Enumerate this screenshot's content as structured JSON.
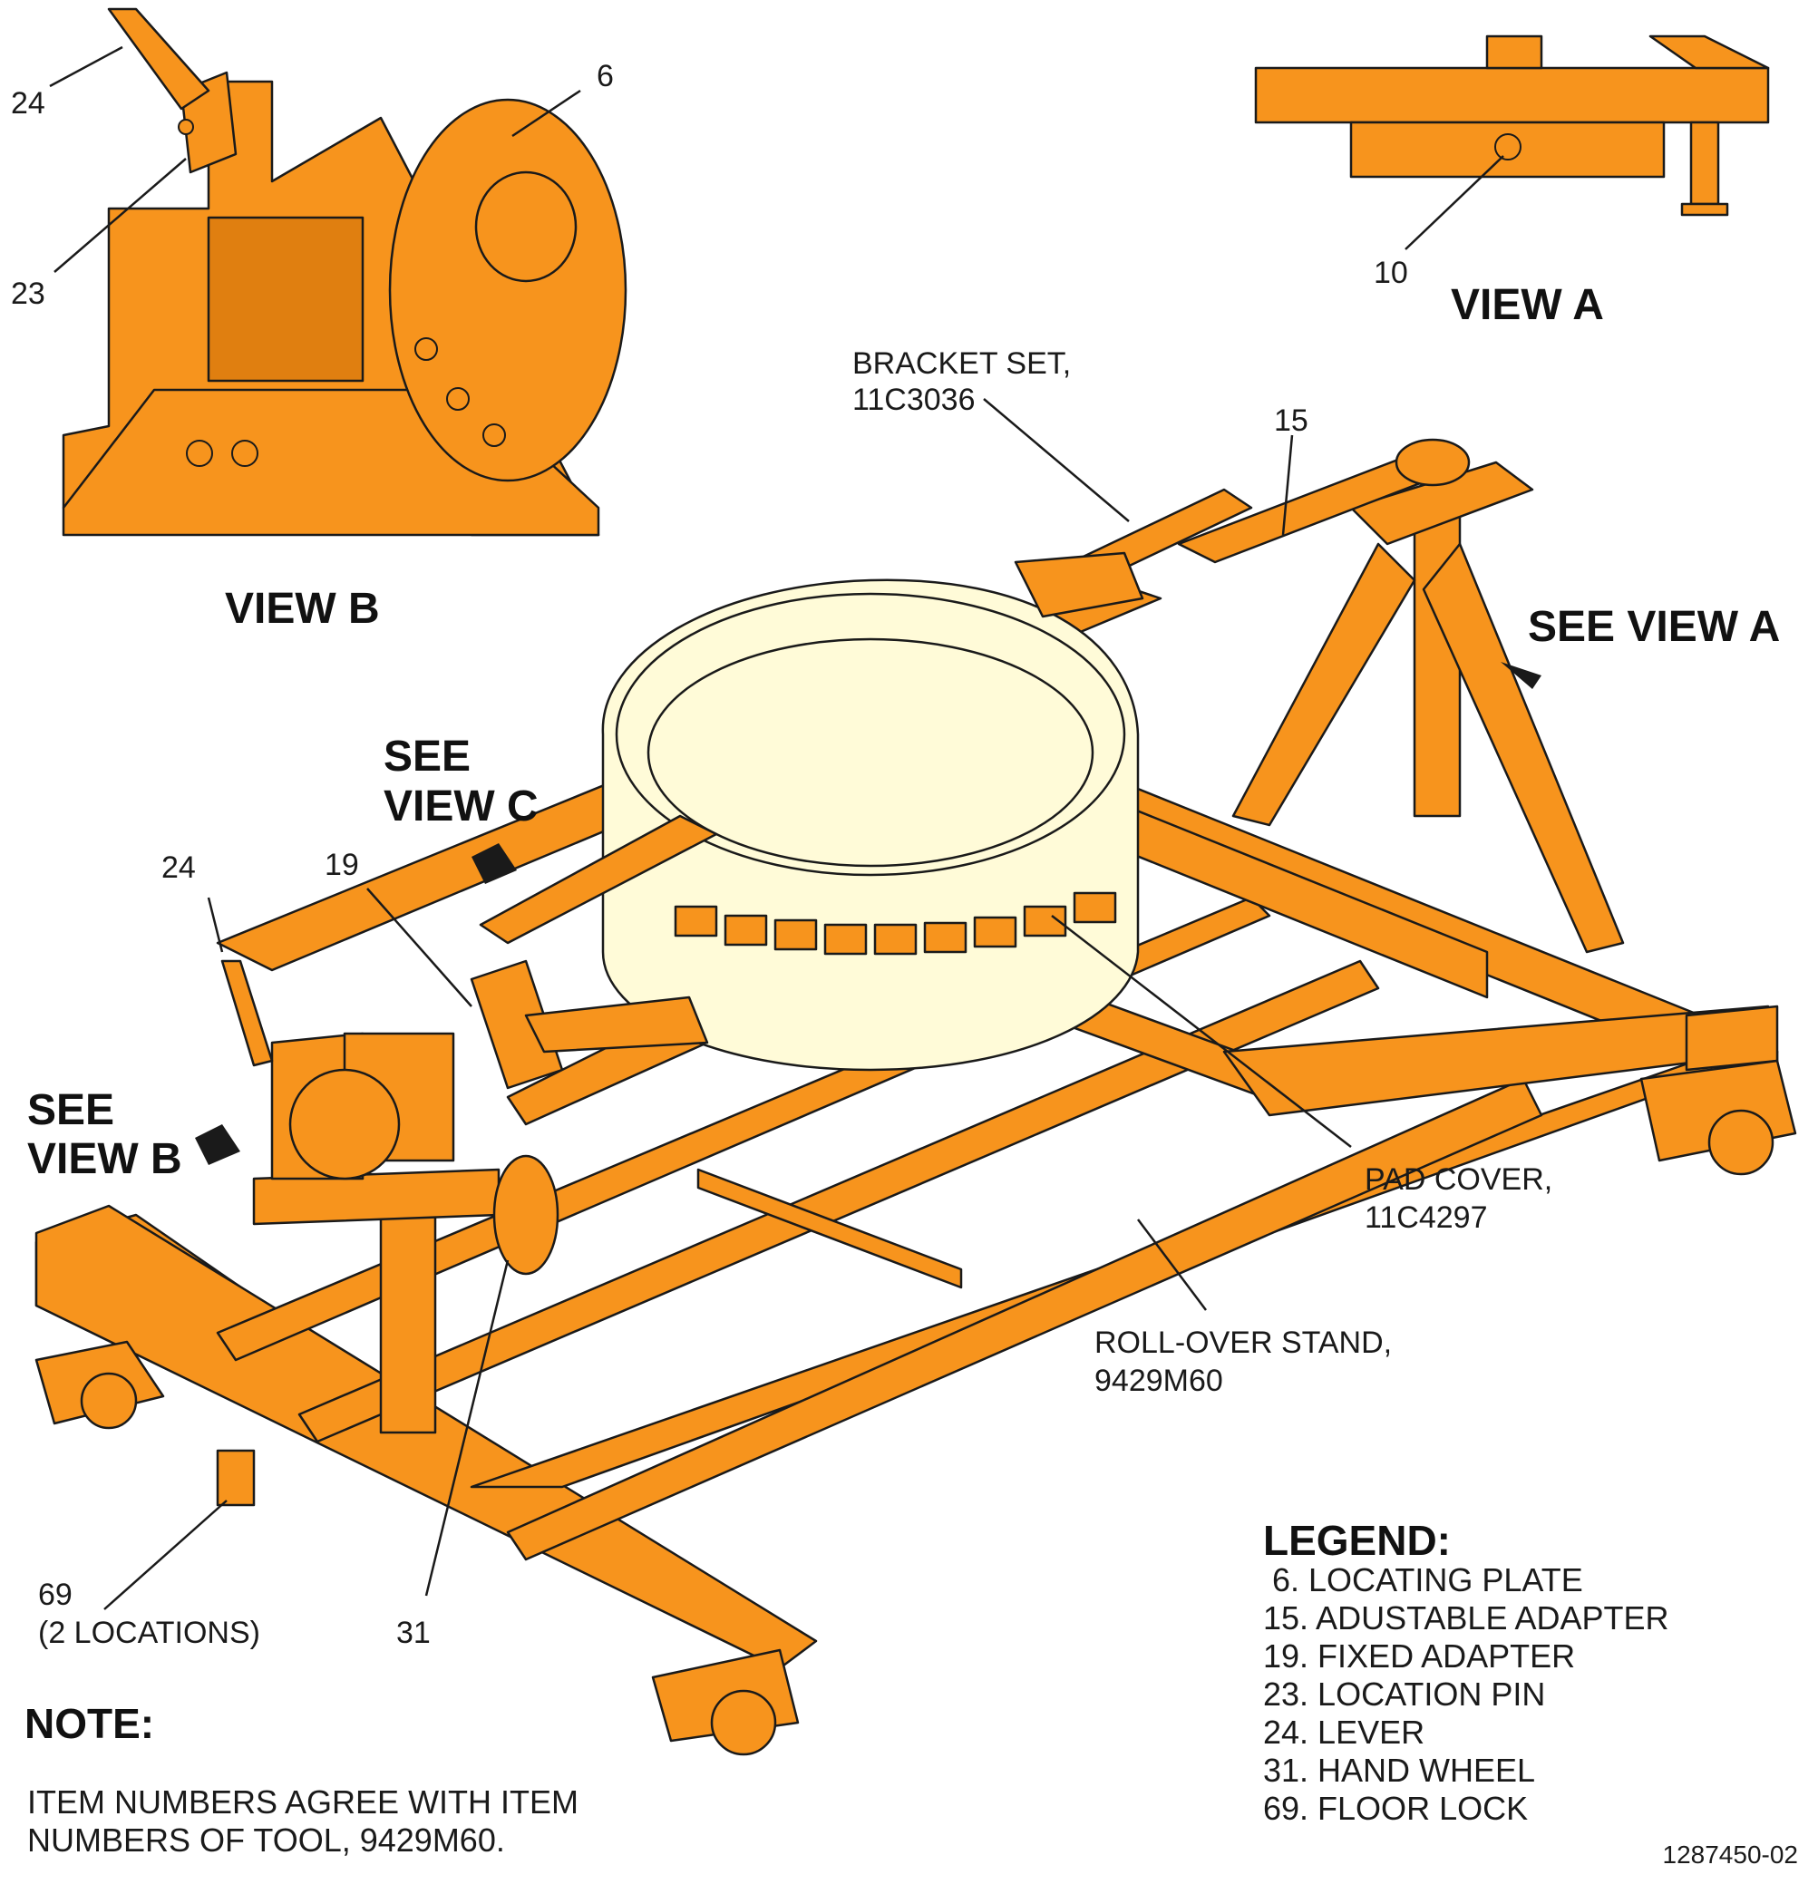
{
  "callouts": {
    "b24": "24",
    "b6": "6",
    "b23": "23",
    "a10": "10",
    "bracket_set": [
      "BRACKET SET,",
      "11C3036"
    ],
    "c15": "15",
    "m24": "24",
    "m19": "19",
    "pad_cover": [
      "PAD COVER,",
      "11C4297"
    ],
    "rollover_stand": [
      "ROLL-OVER STAND,",
      "9429M60"
    ],
    "c69": [
      "69",
      "(2 LOCATIONS)"
    ],
    "c31": "31"
  },
  "view_labels": {
    "view_a": "VIEW A",
    "view_b": "VIEW B",
    "see_view_a": "SEE VIEW A",
    "see_view_b": [
      "SEE",
      "VIEW B"
    ],
    "see_view_c": [
      "SEE",
      "VIEW C"
    ]
  },
  "legend": {
    "title": "LEGEND:",
    "items": [
      " 6. LOCATING PLATE",
      "15. ADUSTABLE ADAPTER",
      "19. FIXED ADAPTER",
      "23. LOCATION PIN",
      "24. LEVER",
      "31. HAND WHEEL",
      "69. FLOOR LOCK"
    ]
  },
  "note": {
    "title": "NOTE:",
    "lines": [
      "ITEM NUMBERS AGREE WITH ITEM",
      "NUMBERS OF TOOL, 9429M60."
    ]
  },
  "drawing_number": "1287450-02",
  "colors": {
    "tool_orange": "#f7941d",
    "ring_cream": "#fffbd8",
    "line_black": "#1a1a1a"
  }
}
